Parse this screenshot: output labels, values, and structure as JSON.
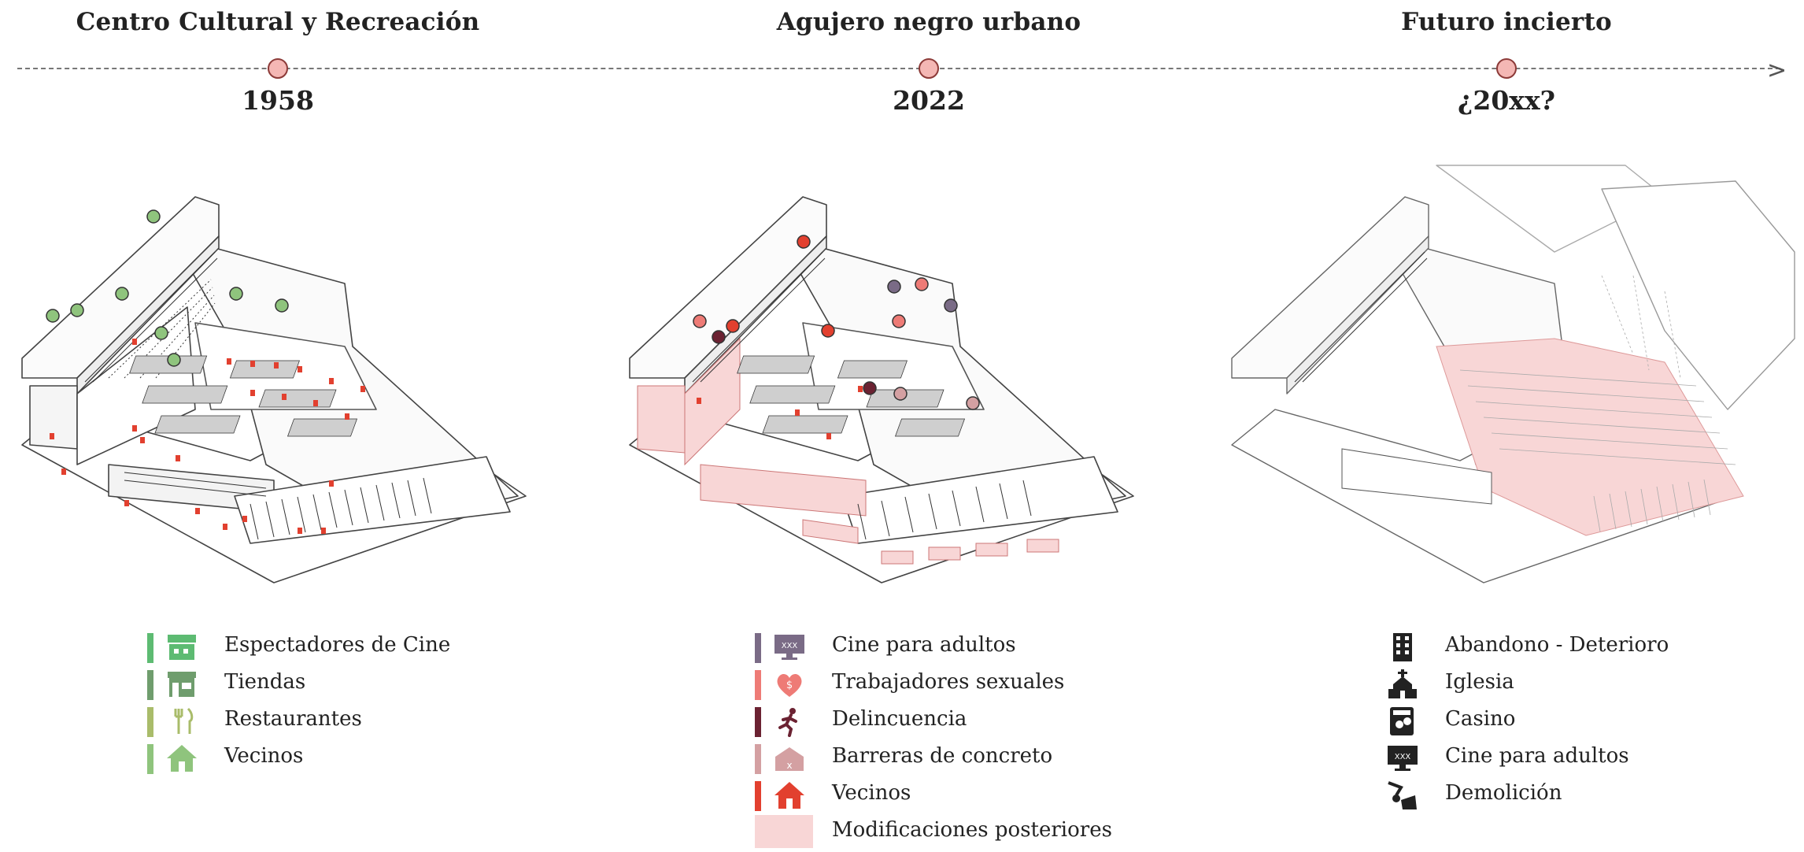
{
  "stages": [
    {
      "title": "Centro Cultural y Recreación",
      "year": "1958"
    },
    {
      "title": "Agujero negro urbano",
      "year": "2022"
    },
    {
      "title": "Futuro incierto",
      "year": "¿20xx?"
    }
  ],
  "legend_1958": [
    {
      "label": "Espectadores de Cine",
      "icon": "cinema-icon",
      "color": "#5dbb72"
    },
    {
      "label": "Tiendas",
      "icon": "shop-icon",
      "color": "#6f9d6d"
    },
    {
      "label": "Restaurantes",
      "icon": "fork-knife-icon",
      "color": "#a9bc6a"
    },
    {
      "label": "Vecinos",
      "icon": "house-icon",
      "color": "#8fc47d"
    }
  ],
  "legend_2022": [
    {
      "label": "Cine para adultos",
      "icon": "adult-cinema-icon",
      "color": "#7a6b86",
      "badge": "XXX"
    },
    {
      "label": "Trabajadores sexuales",
      "icon": "heart-dollar-icon",
      "color": "#ee7b76",
      "badge": "$"
    },
    {
      "label": "Delincuencia",
      "icon": "running-thief-icon",
      "color": "#6b2232"
    },
    {
      "label": "Barreras de concreto",
      "icon": "concrete-barrier-icon",
      "color": "#d4a0a2",
      "badge": "x"
    },
    {
      "label": "Vecinos",
      "icon": "house-icon",
      "color": "#e2402f"
    },
    {
      "label": "Modificaciones posteriores",
      "icon": "pink-swatch",
      "color": "#f8d6d6"
    }
  ],
  "legend_future": [
    {
      "label": "Abandono - Deterioro",
      "icon": "building-icon",
      "color": "#222222"
    },
    {
      "label": "Iglesia",
      "icon": "church-icon",
      "color": "#222222"
    },
    {
      "label": "Casino",
      "icon": "casino-icon",
      "color": "#222222"
    },
    {
      "label": "Cine para adultos",
      "icon": "adult-cinema-icon",
      "color": "#222222",
      "badge": "XXX"
    },
    {
      "label": "Demolición",
      "icon": "demolition-icon",
      "color": "#222222"
    }
  ],
  "colors": {
    "timeline_dot": "#f4b7b4",
    "pink_mod": "#f8d6d6",
    "vecinos_1958": "#8fc47d",
    "seat_marker": "#e2402f"
  }
}
